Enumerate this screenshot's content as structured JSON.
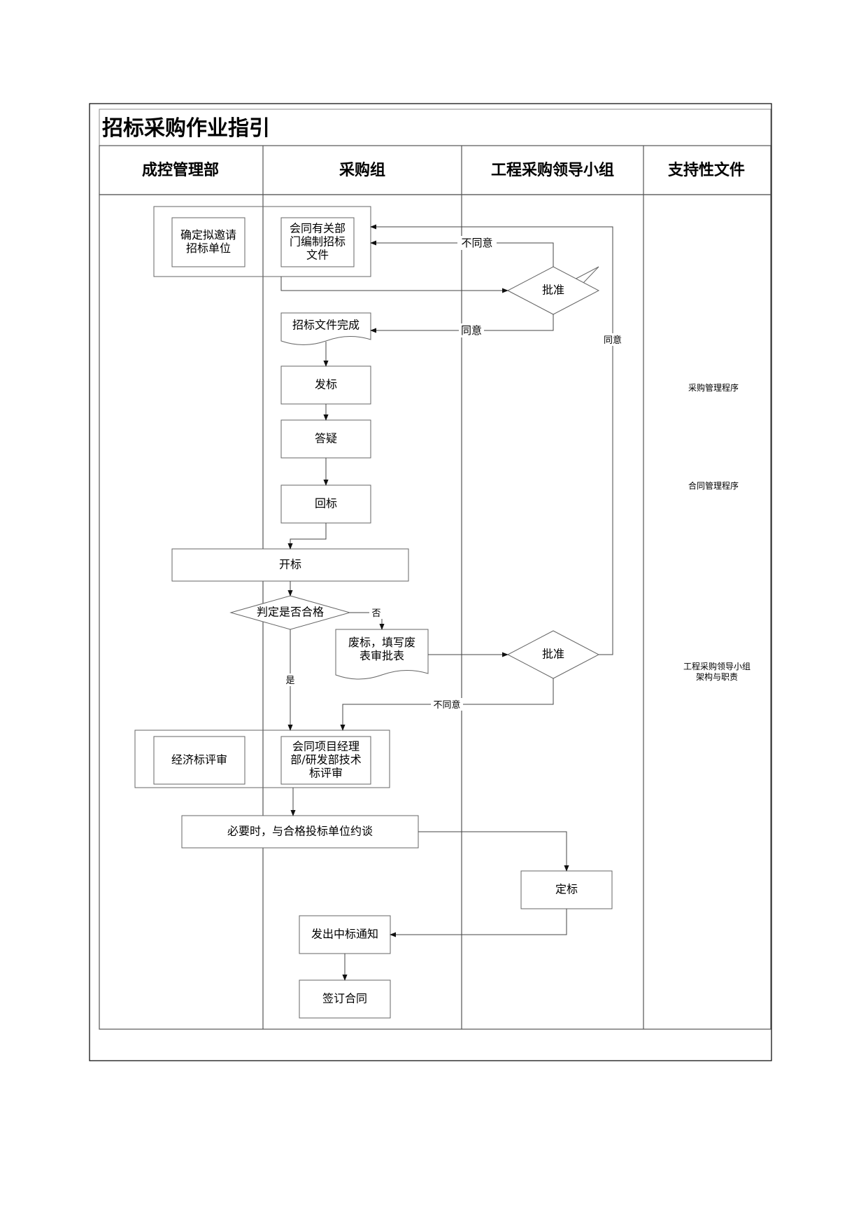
{
  "title": "招标采购作业指引",
  "lanes": [
    "成控管理部",
    "采购组",
    "工程采购领导小组",
    "支持性文件"
  ],
  "nodes": {
    "n_confirm": "确定拟邀请\n招标单位",
    "n_draft": "会同有关部\n门编制招标\n文件",
    "n_approve1": "批准",
    "n_done": "招标文件完成",
    "n_issue": "发标",
    "n_qa": "答疑",
    "n_return": "回标",
    "n_open": "开标",
    "n_judge": "判定是否合格",
    "n_void": "废标，填写废\n表审批表",
    "n_approve2": "批准",
    "n_econ": "经济标评审",
    "n_tech": "会同项目经理\n部/研发部技术\n标评审",
    "n_talk": "必要时，与合格投标单位约谈",
    "n_award": "定标",
    "n_notice": "发出中标通知",
    "n_sign": "签订合同"
  },
  "edge_labels": {
    "disagree1": "不同意",
    "agree1": "同意",
    "agree2": "同意",
    "no": "否",
    "yes": "是",
    "disagree2": "不同意"
  },
  "documents": [
    "采购管理程序",
    "合同管理程序",
    "工程采购领导小组\n架构与职责"
  ]
}
